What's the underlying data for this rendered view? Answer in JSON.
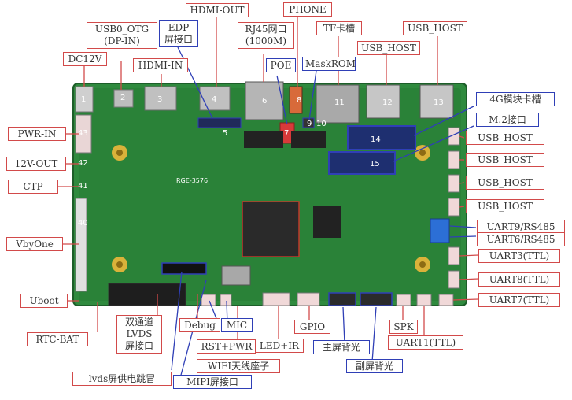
{
  "labels": {
    "dc12v": "DC12V",
    "usb0_otg": "USB0_OTG\n(DP-IN)",
    "hdmi_in": "HDMI-IN",
    "hdmi_out": "HDMI-OUT",
    "edp": "EDP\n屏接口",
    "rj45": "RJ45网口\n(1000M)",
    "phone": "PHONE",
    "poe": "POE",
    "maskrom": "MaskROM",
    "tf": "TF卡槽",
    "usb_host_top1": "USB_HOST",
    "usb_host_top2": "USB_HOST",
    "module_4g": "4G模块卡槽",
    "m2": "M.2接口",
    "usb_host_r1": "USB_HOST",
    "usb_host_r2": "USB_HOST",
    "usb_host_r3": "USB_HOST",
    "usb_host_r4": "USB_HOST",
    "uart9": "UART9/RS485",
    "uart6": "UART6/RS485",
    "uart3": "UART3(TTL)",
    "uart8": "UART8(TTL)",
    "uart7": "UART7(TTL)",
    "pwr_in": "PWR-IN",
    "out_12v": "12V-OUT",
    "ctp": "CTP",
    "vbyone": "VbyOne",
    "uboot": "Uboot",
    "rtc_bat": "RTC-BAT",
    "lvds_dual": "双通道\nLVDS\n屏接口",
    "debug": "Debug",
    "mic": "MIC",
    "rst_pwr": "RST+PWR",
    "led_ir": "LED+IR",
    "gpio": "GPIO",
    "main_backlight": "主屏背光",
    "spk": "SPK",
    "uart1": "UART1(TTL)",
    "sub_backlight": "副屏背光",
    "wifi_antenna": "WIFI天线座子",
    "lvds_jumper": "lvds屏供电跳冒",
    "mipi": "MIPI屏接口"
  },
  "board": {
    "model_text": "RGE-3576",
    "connector_numbers": [
      "1",
      "2",
      "3",
      "4",
      "5",
      "6",
      "7",
      "8",
      "9",
      "10",
      "11",
      "12",
      "13",
      "14",
      "15",
      "43",
      "42",
      "41",
      "40"
    ]
  },
  "colors": {
    "pcb": "#2f8a3e",
    "pcb_dark": "#1f6b2d",
    "label_red": "#d24a4a",
    "label_blue": "#2f3fb6"
  }
}
